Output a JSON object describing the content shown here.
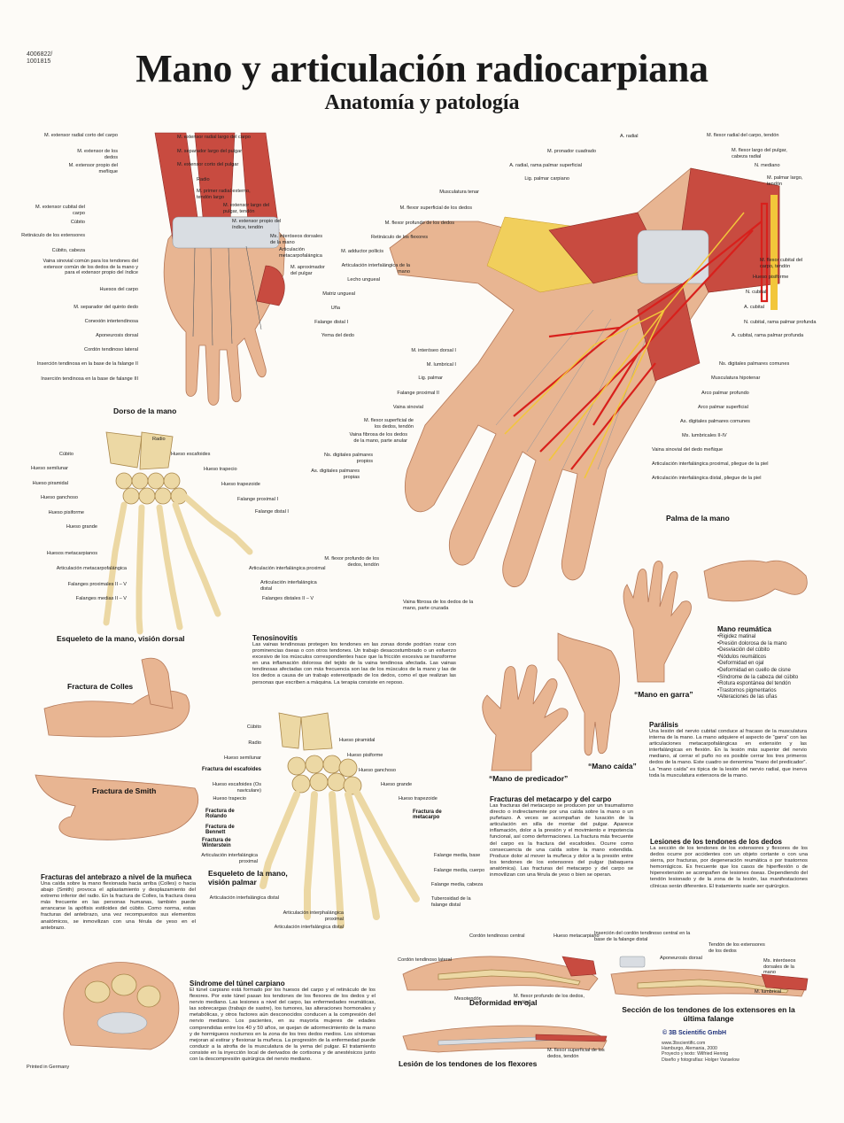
{
  "header": {
    "code_line1": "4006822/",
    "code_line2": "1001815",
    "title": "Mano y articulación radiocarpiana",
    "subtitle": "Anatomía y patología"
  },
  "dorsal": {
    "caption": "Dorso de la mano",
    "left": [
      "M. extensor radial corto del carpo",
      "M. extensor de los dedos",
      "M. extensor propio del meñique",
      "M. extensor cubital del carpo",
      "Cúbito",
      "Retináculo de los extensores",
      "Cúbito, cabeza",
      "Vaina sinovial común para los tendones del extensor común de los dedos de la mano y para el extensor propio del índice",
      "Huesos del carpo",
      "M. separador del quinto dedo",
      "Conexión intertendinosa",
      "Aponeurosis dorsal",
      "Cordón tendinoso lateral",
      "Inserción tendinosa en la base de la falange II",
      "Inserción tendinosa en la base de falange III"
    ],
    "right": [
      "M. extensor radial largo del carpo",
      "M. separador largo del pulgar",
      "M. extensor corto del pulgar",
      "Radio",
      "M. primer radial externo, tendón largo",
      "M. extensor largo del pulgar, tendón",
      "M. extensor propio del índice, tendón",
      "Ms. interóseos dorsales de la mano",
      "Articulación metacarpofalángica",
      "M. aproximador del pulgar"
    ]
  },
  "palm": {
    "caption": "Palma de la mano",
    "left": [
      "M. pronador cuadrado",
      "A. radial, rama palmar superficial",
      "Lig. palmar carpiano",
      "Musculatura tenar",
      "M. flexor superficial de los dedos",
      "M. flexor profundo de los dedos",
      "Retináculo de los flexores",
      "M. adductor pollicis",
      "Articulación interfalángica de la mano",
      "Lecho ungueal",
      "Matriz ungueal",
      "Uña",
      "Falange distal I",
      "Yema del dedo",
      "M. interóseo dorsal I",
      "M. lumbrical I",
      "Lig. palmar",
      "Falange proximal II",
      "Vaina sinovial",
      "M. flexor superficial de los dedos, tendón",
      "Vaina fibrosa de los dedos de la mano, parte anular",
      "Ns. digitales palmares propios",
      "As. digitales palmares propias",
      "M. flexor profundo de los dedos, tendón",
      "Vaina fibrosa de los dedos de la mano, parte cruzada"
    ],
    "top": "A. radial",
    "right": [
      "M. flexor radial del carpo, tendón",
      "M. flexor largo del pulgar, cabeza radial",
      "N. mediano",
      "M. palmar largo, tendón",
      "M. flexor cubital del carpo, tendón",
      "Hueso pisiforme",
      "N. cubital",
      "A. cubital",
      "N. cubital, rama palmar profunda",
      "A. cubital, rama palmar profunda",
      "Ns. digitales palmares comunes",
      "Musculatura hipotenar",
      "Arco palmar profundo",
      "Arco palmar superficial",
      "As. digitales palmares comunes",
      "Ms. lumbricales II-IV",
      "Vaina sinovial del dedo meñique",
      "Articulación interfalángica proximal, pliegue de la piel",
      "Articulación interfalángica distal, pliegue de la piel"
    ]
  },
  "skeleton": {
    "caption": "Esqueleto de la mano, visión dorsal",
    "left": [
      "Cúbito",
      "Hueso semilunar",
      "Hueso piramidal",
      "Hueso ganchoso",
      "Hueso pisiforme",
      "Hueso grande",
      "Huesos metacarpianos",
      "Articulación metacarpofalángica",
      "Falanges proximales II – V",
      "Falanges medias II – V"
    ],
    "right": [
      "Radio",
      "Hueso escafoides",
      "Hueso trapecio",
      "Hueso trapezoide",
      "Falange proximal I",
      "Falange distal I",
      "Articulación interfalángica proximal",
      "Articulación interfalángica distal",
      "Falanges distales II – V"
    ]
  },
  "tenosinovitis": {
    "heading": "Tenosinovitis",
    "text": "Las vainas tendinosas protegen los tendones en las zonas donde podrían rozar con prominencias óseas o con otros tendones. Un trabajo desacostumbrado o un esfuerzo excesivo de los músculos correspondientes hace que la fricción excesiva se transforme en una inflamación dolorosa del tejido de la vaina tendinosa afectada. Las vainas tendinosas afectadas con más frecuencia son las de los músculos de la mano y las de los dedos a causa de un trabajo estereotipado de los dedos, como el que realizan las personas que escriben a máquina. La terapia consiste en reposo."
  },
  "fractures": {
    "colles": "Fractura de Colles",
    "smith": "Fractura de Smith",
    "heading": "Fracturas del antebrazo a nivel de la muñeca",
    "text": "Una caída sobre la mano flexionada hacia arriba (Colles) o hacia abajo (Smith) provoca el aplastamiento y desplazamiento del extremo inferior del radio. En la fractura de Colles, la fractura ósea más frecuente en las personas humanas, también puede arrancarse la apófisis estiloides del cúbito. Como norma, estas fracturas del antebrazo, una vez recompuestos sus elementos anatómicos, se inmovilizan con una férula de yeso en el antebrazo."
  },
  "palmar_skeleton": {
    "caption": "Esqueleto de la mano, visión palmar",
    "left": [
      "Cúbito",
      "Radio",
      "Hueso semilunar",
      "Hueso escafoides (Os naviculare)",
      "Hueso trapecio",
      "Articulación interfalángica proximal",
      "Articulación interfalángica distal"
    ],
    "left_bold": [
      "Fractura del escafoides",
      "Fractura de Rolando",
      "Fractura de Bennett",
      "Fractura de Winterstein"
    ],
    "right": [
      "Hueso piramidal",
      "Hueso pisiforme",
      "Hueso ganchoso",
      "Hueso grande",
      "Hueso trapezoide",
      "Falange media, base",
      "Falange media, cuerpo",
      "Falange media, cabeza",
      "Tuberosidad de la falange distal"
    ],
    "right_bold": "Fractura de metacarpo",
    "bottom": [
      "Articulación interphalángica proximal",
      "Articulación interfalángica distal"
    ]
  },
  "rheumatoid": {
    "heading": "Mano reumática",
    "items": [
      "Rigidez matinal",
      "Presión dolorosa de la mano",
      "Desviación del cúbito",
      "Nódulos reumáticos",
      "Deformidad en ojal",
      "Deformidad en cuello de cisne",
      "Síndrome de la cabeza del cúbito",
      "Rotura espontánea del tendón",
      "Trastornos pigmentarios",
      "Alteraciones de las uñas"
    ]
  },
  "paralysis": {
    "claw": "“Mano en garra”",
    "drop": "“Mano caída”",
    "preacher": "“Mano de predicador”",
    "heading": "Parálisis",
    "text": "Una lesión del nervio cubital conduce al fracaso de la musculatura interna de la mano. La mano adquiere el aspecto de “garra” con las articulaciones metacarpofalángicas en extensión y las interfalángicas en flexión. En la lesión más superior del nervio mediano, al cerrar el puño no es posible cerrar los tres primeros dedos de la mano. Este cuadro se denomina “mano del predicador”. La “mano caída” es típica de la lesión del nervio radial, que inerva toda la musculatura extensora de la mano."
  },
  "metacarpal": {
    "heading": "Fracturas del metacarpo y del carpo",
    "text": "Las fracturas del metacarpo se producen por un traumatismo directo o indirectamente por una caída sobre la mano o un puñetazo. A veces se acompañan de luxación de la articulación en silla de montar del pulgar. Aparece inflamación, dolor a la presión y el movimiento e impotencia funcional, así como deformaciones. La fractura más frecuente del carpo es la fractura del escafoides. Ocurre como consecuencia de una caída sobre la mano extendida. Produce dolor al mover la muñeca y dolor a la presión entre los tendones de los extensores del pulgar (tabaquera anatómica). Las fracturas del metacarpo y del carpo se inmovilizan con una férula de yeso o bien se operan."
  },
  "tendon_injury": {
    "heading": "Lesiones de los tendones de los dedos",
    "text": "La sección de los tendones de los extensores y flexores de los dedos ocurre por accidentes con un objeto cortante o con una sierra, por fracturas, por degeneración reumática o por trastornos hemorrágicos. Es frecuente que los casos de hiperflexión o de hiperextensión se acompañen de lesiones óseas. Dependiendo del tendón lesionado y de la zona de la lesión, las manifestaciones clínicas serán diferentes. El tratamiento suele ser quirúrgico."
  },
  "carpal_tunnel": {
    "heading": "Síndrome del túnel carpiano",
    "text": "El túnel carpiano está formado por los huesos del carpo y el retináculo de los flexores. Por este túnel pasan los tendones de los flexores de los dedos y el nervio mediano. Las lesiones a nivel del carpo, las enfermedades reumáticas, las sobrecargas (trabajo de sastre), los tumores, las alteraciones hormonales y metabólicas, y otros factores aún desconocidos conducen a la compresión del nervio mediano. Los pacientes, en su mayoría mujeres de edades comprendidas entre los 40 y 50 años, se quejan de adormecimiento de la mano y de hormigueos nocturnos en la zona de los tres dedos medios. Los síntomas mejoran al estirar y flexionar la muñeca. La progresión de la enfermedad puede conducir a la atrofia de la musculatura de la yema del pulgar. El tratamiento consiste en la inyección local de derivados de cortisona y de anestésicos junto con la descompresión quirúrgica del nervio mediano."
  },
  "buttonhole": {
    "caption": "Deformidad en ojal",
    "labels": [
      "Cordón tendinoso central",
      "Hueso metacarpiano",
      "Cordón tendinoso lateral"
    ]
  },
  "flexor_injury": {
    "caption": "Lesión de los tendones de los flexores",
    "labels": [
      "Mesotendón",
      "M. flexor profundo de los dedos, tendón",
      "M. flexor superficial de los dedos, tendón"
    ]
  },
  "extensor_injury": {
    "caption": "Sección de los tendones de los extensores en la última falange",
    "labels": [
      "Inserción del cordón tendinoso central en la base de la falange distal",
      "Aponeurosis dorsal",
      "Tendón de los extensores de los dedos",
      "Ms. interóseos dorsales de la mano",
      "M. lumbrical"
    ]
  },
  "footer": {
    "printed": "Printed in Germany",
    "brand": "© 3B Scientific GmbH",
    "credits": [
      "www.3bscientific.com",
      "Hamburgo, Alemania, 2000",
      "Proyecto y texto: Wilfried Hennig",
      "Diseño y fotografías: Holger Vanselow"
    ]
  }
}
